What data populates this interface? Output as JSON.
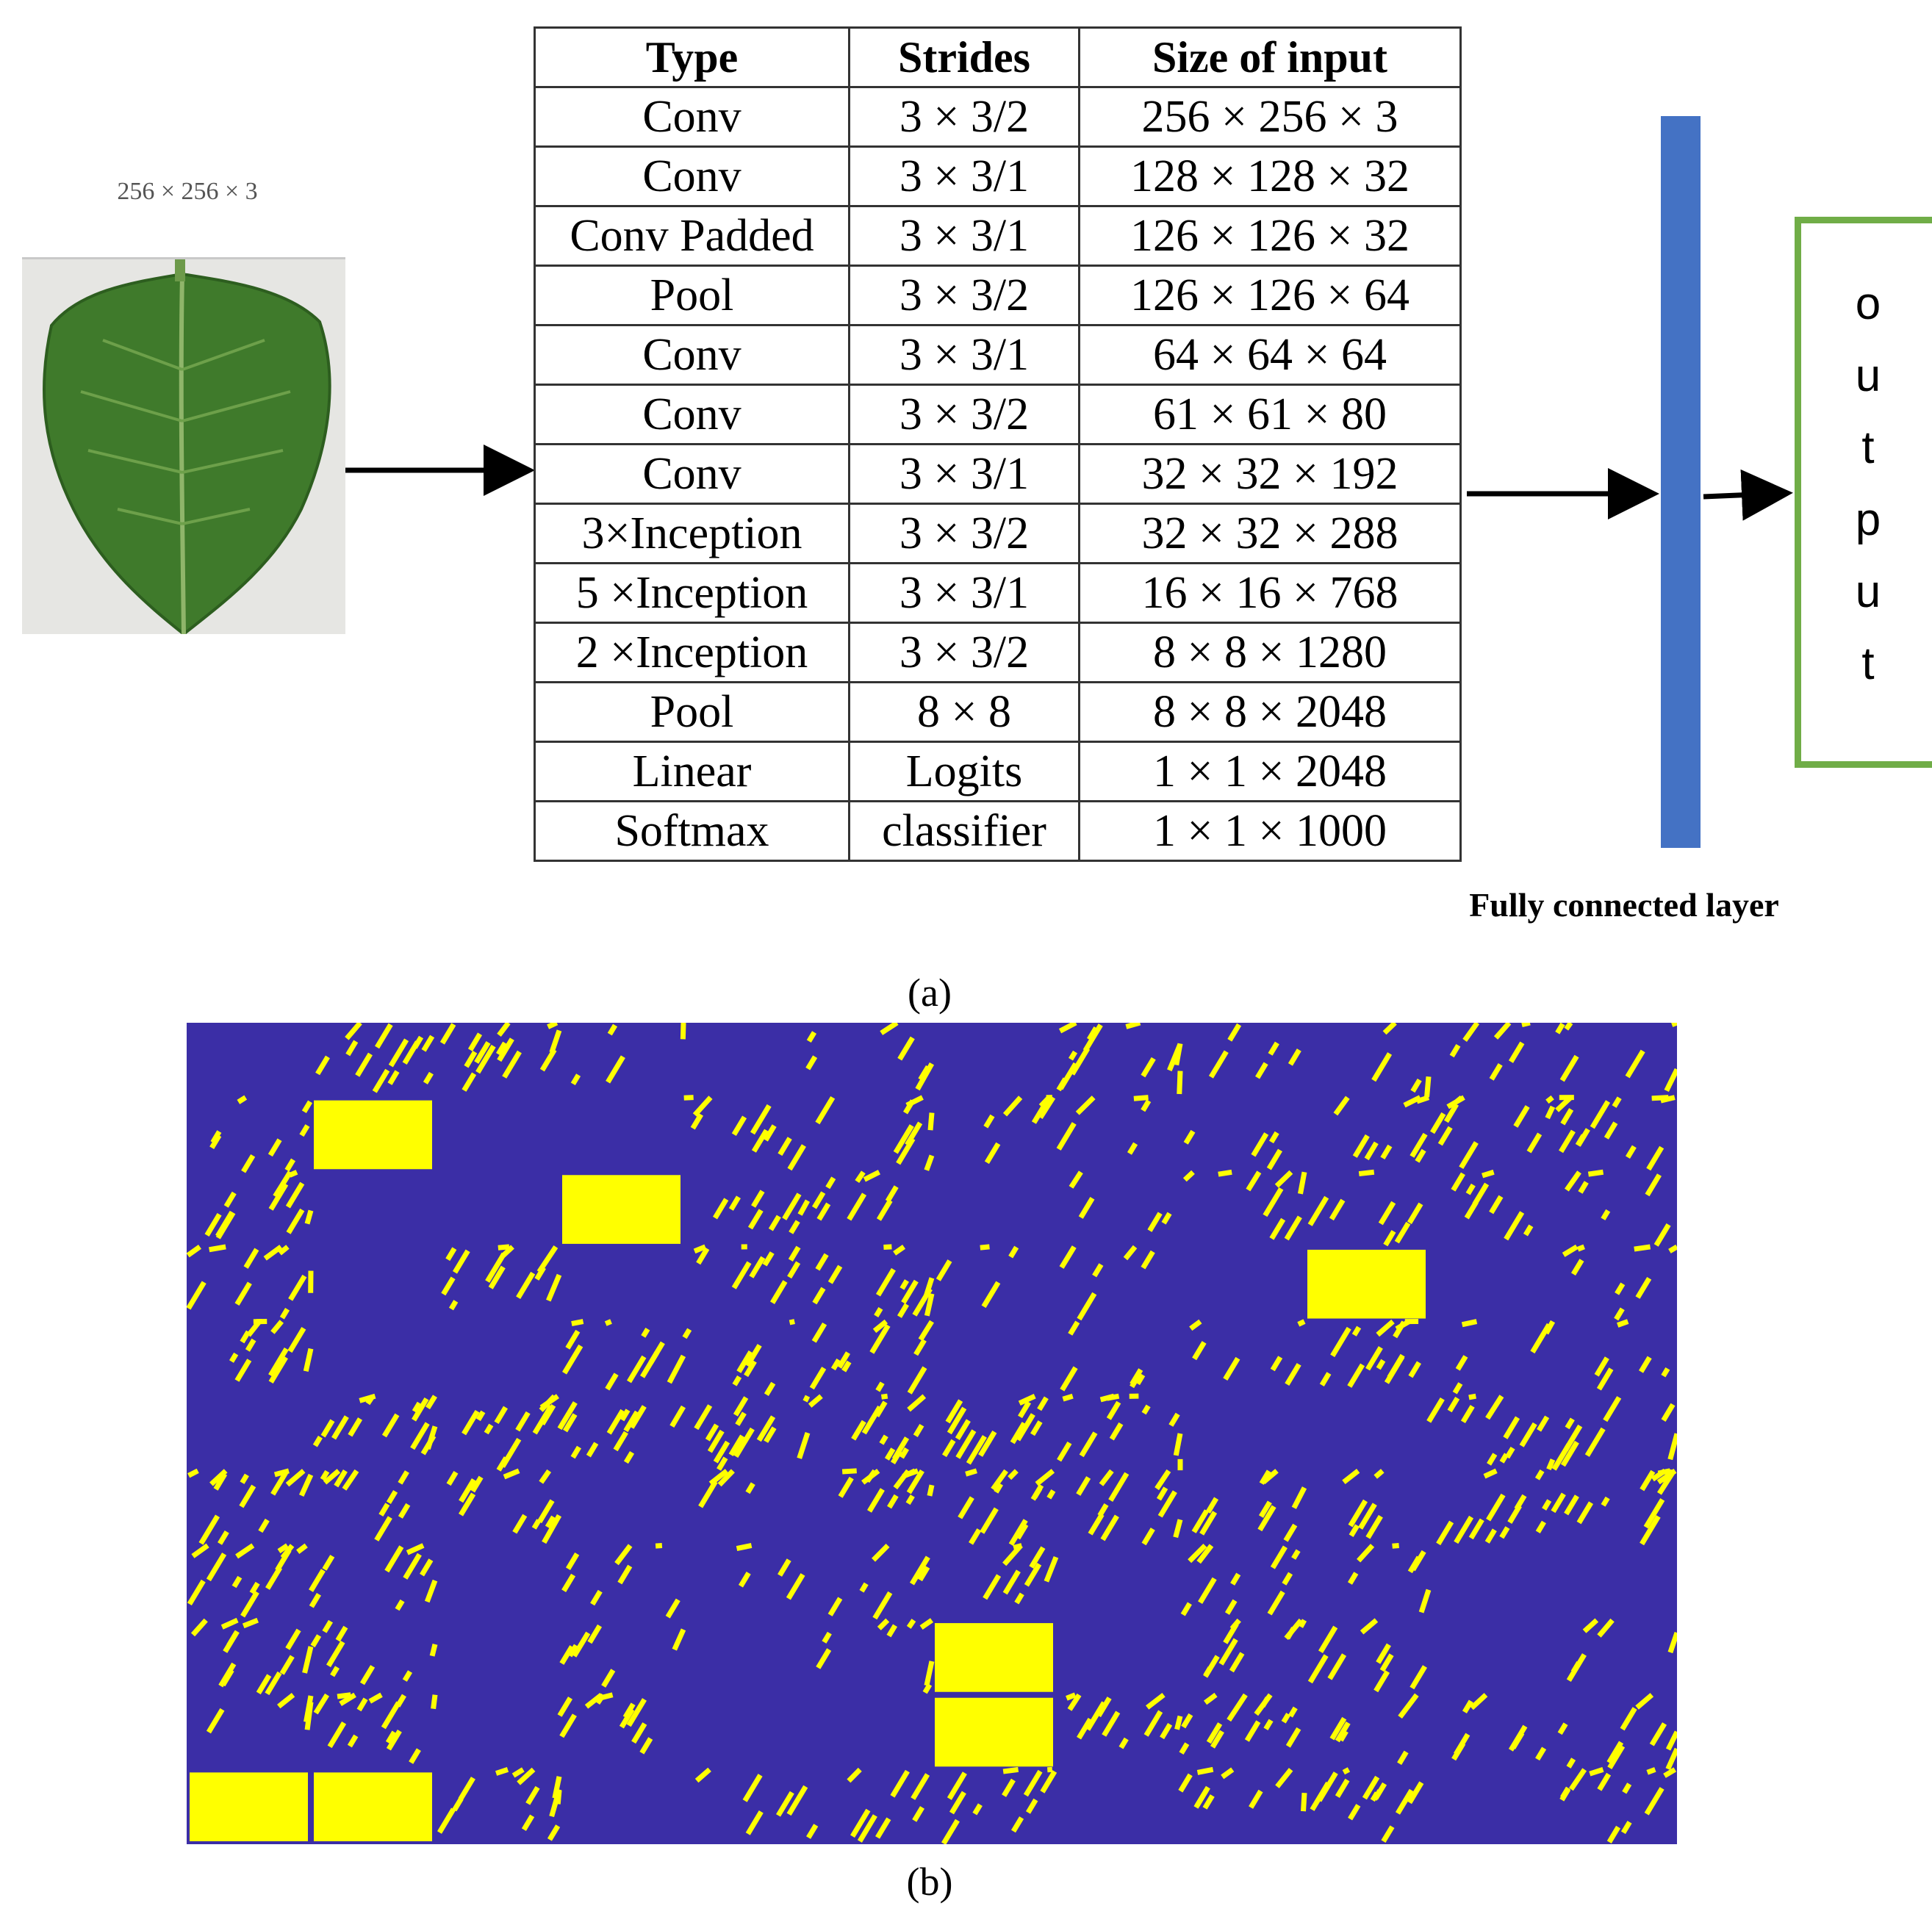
{
  "input": {
    "size_label": "256 × 256 × 3",
    "image": "leaf-photo"
  },
  "table": {
    "headers": [
      "Type",
      "Strides",
      "Size of input"
    ],
    "rows": [
      [
        "Conv",
        "3 × 3/2",
        "256 × 256 × 3"
      ],
      [
        "Conv",
        "3 × 3/1",
        "128 × 128 × 32"
      ],
      [
        "Conv Padded",
        "3 × 3/1",
        "126 × 126 × 32"
      ],
      [
        "Pool",
        "3 × 3/2",
        "126 × 126 × 64"
      ],
      [
        "Conv",
        "3 × 3/1",
        "64 × 64 × 64"
      ],
      [
        "Conv",
        "3 × 3/2",
        "61 × 61 × 80"
      ],
      [
        "Conv",
        "3 × 3/1",
        "32 × 32 × 192"
      ],
      [
        "3×Inception",
        "3 × 3/2",
        "32 × 32 × 288"
      ],
      [
        "5 ×Inception",
        "3 × 3/1",
        "16 × 16 × 768"
      ],
      [
        "2 ×Inception",
        "3 × 3/2",
        "8 × 8 × 1280"
      ],
      [
        "Pool",
        "8 × 8",
        "8 × 8 × 2048"
      ],
      [
        "Linear",
        "Logits",
        "1 × 1 × 2048"
      ],
      [
        "Softmax",
        "classifier",
        "1 × 1 × 1000"
      ]
    ]
  },
  "fc_layer": {
    "label": "Fully connected layer",
    "color": "#4472c4"
  },
  "output": {
    "letters": [
      "o",
      "u",
      "t",
      "p",
      "u",
      "t"
    ],
    "border_color": "#70ad47"
  },
  "panels": {
    "a": "(a)",
    "b": "(b)"
  },
  "feature_map": {
    "background_color": "#3b2ea6",
    "foreground_color": "#ffff00"
  }
}
